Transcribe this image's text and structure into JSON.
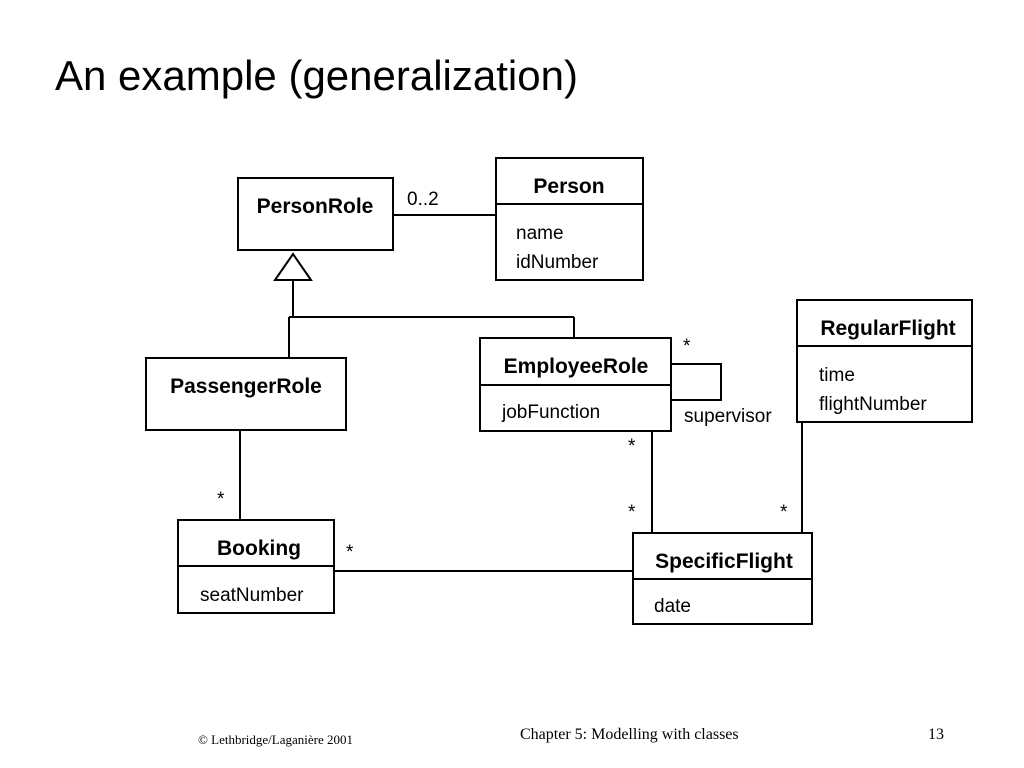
{
  "slide": {
    "title": "An example (generalization)"
  },
  "classes": {
    "person_role": {
      "name": "PersonRole"
    },
    "person": {
      "name": "Person",
      "attributes": [
        "name",
        "idNumber"
      ]
    },
    "regular_flight": {
      "name": "RegularFlight",
      "attributes": [
        "time",
        "flightNumber"
      ]
    },
    "passenger_role": {
      "name": "PassengerRole"
    },
    "employee_role": {
      "name": "EmployeeRole",
      "attributes": [
        "jobFunction"
      ]
    },
    "booking": {
      "name": "Booking",
      "attributes": [
        "seatNumber"
      ]
    },
    "specific_flight": {
      "name": "SpecificFlight",
      "attributes": [
        "date"
      ]
    }
  },
  "associations": {
    "person_role_person": {
      "multiplicity": "0..2"
    },
    "employee_supervisor": {
      "multiplicity": "*",
      "role": "supervisor"
    },
    "employee_specific_flight": {
      "employee_end": "*",
      "flight_end": "*"
    },
    "regular_flight_specific_flight": {
      "flight_end": "*"
    },
    "passenger_booking": {
      "booking_end": "*"
    },
    "booking_specific_flight": {
      "booking_end": "*"
    }
  },
  "footer": {
    "copyright": "© Lethbridge/Laganière 2001",
    "chapter": "Chapter 5: Modelling with classes",
    "page": "13"
  }
}
